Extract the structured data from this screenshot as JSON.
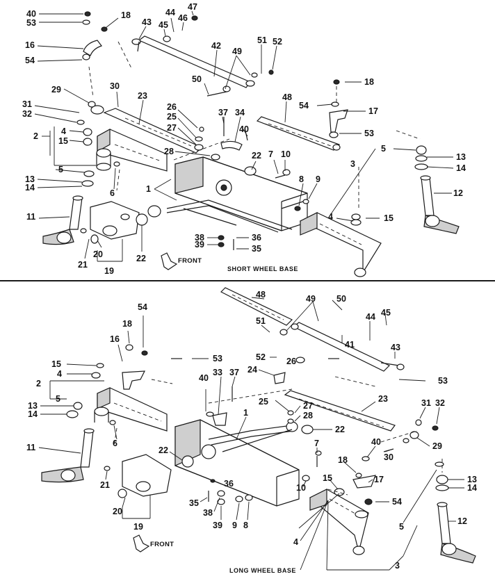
{
  "panels": {
    "short": {
      "caption": "SHORT WHEEL BASE",
      "front": "FRONT"
    },
    "long": {
      "caption": "LONG WHEEL BASE",
      "front": "FRONT"
    }
  },
  "labels": {
    "short": [
      "40",
      "53",
      "18",
      "43",
      "45",
      "44",
      "46",
      "47",
      "16",
      "54",
      "42",
      "51",
      "52",
      "49",
      "50",
      "29",
      "30",
      "23",
      "31",
      "32",
      "26",
      "25",
      "27",
      "37",
      "34",
      "48",
      "18",
      "54",
      "17",
      "40",
      "53",
      "4",
      "15",
      "2",
      "28",
      "22",
      "7",
      "10",
      "5",
      "13",
      "14",
      "5",
      "3",
      "13",
      "14",
      "6",
      "1",
      "8",
      "9",
      "4",
      "15",
      "12",
      "11",
      "38",
      "39",
      "36",
      "35",
      "21",
      "20",
      "22",
      "19"
    ],
    "long": [
      "48",
      "49",
      "50",
      "45",
      "54",
      "51",
      "44",
      "18",
      "41",
      "43",
      "16",
      "52",
      "26",
      "53",
      "15",
      "24",
      "53",
      "4",
      "2",
      "33",
      "37",
      "40",
      "5",
      "1",
      "23",
      "25",
      "27",
      "28",
      "31",
      "32",
      "13",
      "14",
      "6",
      "22",
      "11",
      "7",
      "40",
      "29",
      "30",
      "22",
      "18",
      "15",
      "17",
      "36",
      "10",
      "21",
      "35",
      "38",
      "39",
      "9",
      "8",
      "54",
      "13",
      "5",
      "14",
      "20",
      "19",
      "4",
      "12",
      "3"
    ]
  }
}
